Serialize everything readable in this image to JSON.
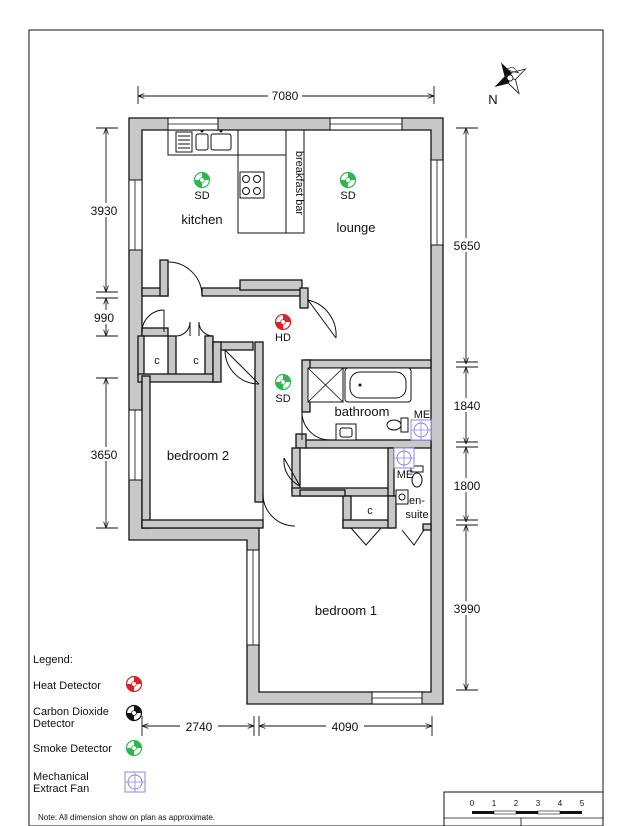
{
  "rooms": {
    "kitchen": "kitchen",
    "lounge": "lounge",
    "bathroom": "bathroom",
    "bedroom1": "bedroom 1",
    "bedroom2": "bedroom 2",
    "ensuite_line1": "en-",
    "ensuite_line2": "suite",
    "breakfast_bar": "breakfast bar",
    "cupboard": "c"
  },
  "devices": {
    "smoke": "SD",
    "heat": "HD",
    "extract": "ME"
  },
  "dimensions": {
    "top": "7080",
    "left_kitchen": "3930",
    "left_hall": "990",
    "left_bedroom2": "3650",
    "right_lounge": "5650",
    "right_bathroom": "1840",
    "right_ensuite": "1800",
    "right_bedroom1": "3990",
    "bottom_left": "2740",
    "bottom_right": "4090"
  },
  "compass": {
    "north": "N"
  },
  "legend": {
    "title": "Legend:",
    "heat": "Heat Detector",
    "co_line1": "Carbon Dioxide",
    "co_line2": "Detector",
    "smoke": "Smoke Detector",
    "fan_line1": "Mechanical",
    "fan_line2": "Extract Fan"
  },
  "scale_bar": {
    "ticks": [
      "0",
      "1",
      "2",
      "3",
      "4",
      "5"
    ]
  },
  "note": "Note: All dimension show on plan as approximate.",
  "colors": {
    "smoke": "#2db84b",
    "heat": "#d9222a",
    "co": "#111111",
    "fan": "#8888dd",
    "wall": "#c8c8c8"
  }
}
